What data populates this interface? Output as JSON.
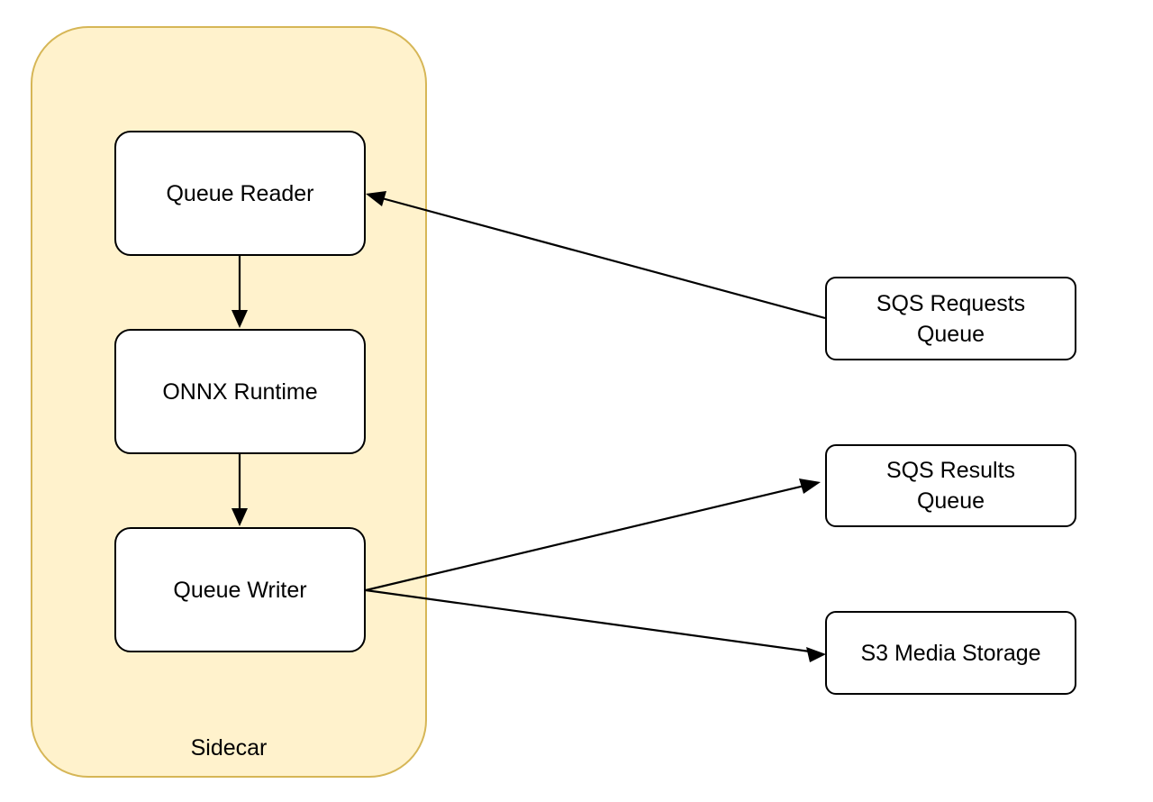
{
  "container": {
    "label": "Sidecar",
    "fill": "#fff2cc",
    "stroke": "#d6b656"
  },
  "nodes": {
    "queue_reader": "Queue Reader",
    "onnx_runtime": "ONNX Runtime",
    "queue_writer": "Queue Writer",
    "sqs_requests_queue": "SQS Requests\nQueue",
    "sqs_results_queue": "SQS Results\nQueue",
    "s3_media_storage": "S3 Media Storage"
  },
  "edges": [
    {
      "from": "sqs_requests_queue",
      "to": "queue_reader"
    },
    {
      "from": "queue_reader",
      "to": "onnx_runtime"
    },
    {
      "from": "onnx_runtime",
      "to": "queue_writer"
    },
    {
      "from": "queue_writer",
      "to": "sqs_results_queue"
    },
    {
      "from": "queue_writer",
      "to": "s3_media_storage"
    }
  ]
}
